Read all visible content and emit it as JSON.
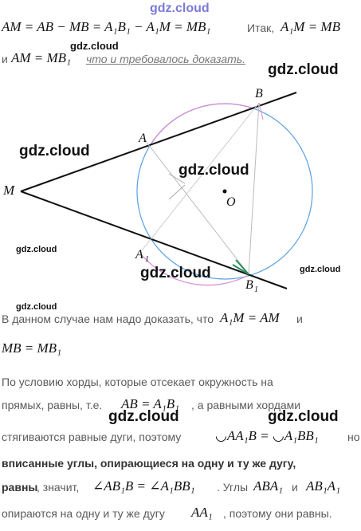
{
  "watermarks": {
    "top": "gdz.cloud",
    "w1": "gdz.cloud",
    "w2": "gdz.cloud",
    "w3": "gdz.cloud",
    "w4": "gdz.cloud",
    "w5": "gdz.cloud",
    "w6": "gdz.cloud",
    "w7": "gdz.cloud",
    "w8": "gdz.cloud",
    "w9": "gdz.cloud",
    "w10": "gdz.cloud"
  },
  "proof": {
    "line1_math": "AM = AB − MB = A₁B₁ − A₁M = MB₁",
    "line1_text": "Итак, ",
    "line1_math2": "A₁M = MB",
    "line2_prefix": "и ",
    "line2_math": "AM = MB₁",
    "line2_note": "что и требовалось доказать."
  },
  "figure": {
    "labels": {
      "M": "M",
      "A": "A",
      "B": "B",
      "A1": "A",
      "A1_sub": "1",
      "B1": "B",
      "B1_sub": "1",
      "O": "O"
    }
  },
  "paragraph1": {
    "text": "В данном случае нам надо доказать, что ",
    "math": "A₁M = AM",
    "tail": "и",
    "line2_math": "MB = MB₁"
  },
  "paragraph2": {
    "l1": "По условию хорды, которые отсекает окружность на",
    "l2_text": "прямых, равны, т.е. ",
    "l2_math": "AB = A₁B₁",
    "l2_tail": ", а равными хордами",
    "l3_text": "стягиваются равные дуги, поэтому ",
    "l3_math": "◡AA₁B = ◡A₁BB₁",
    "l3_tail": "но",
    "l4_bold": "вписанные углы, опирающиеся на одну и ту же дугу,",
    "l5_bold": "равны",
    "l5_text": ", значит, ",
    "l5_math": "∠AB₁B = ∠A₁BB₁",
    "l5_tail": ". Углы ",
    "l5_math2": "ABA₁",
    "l5_and": " и ",
    "l5_math3": "AB₁A₁",
    "l6_text": "опираются на одну и ту же дугу ",
    "l6_math": "AA₁",
    "l6_tail": ", поэтому они равны."
  }
}
